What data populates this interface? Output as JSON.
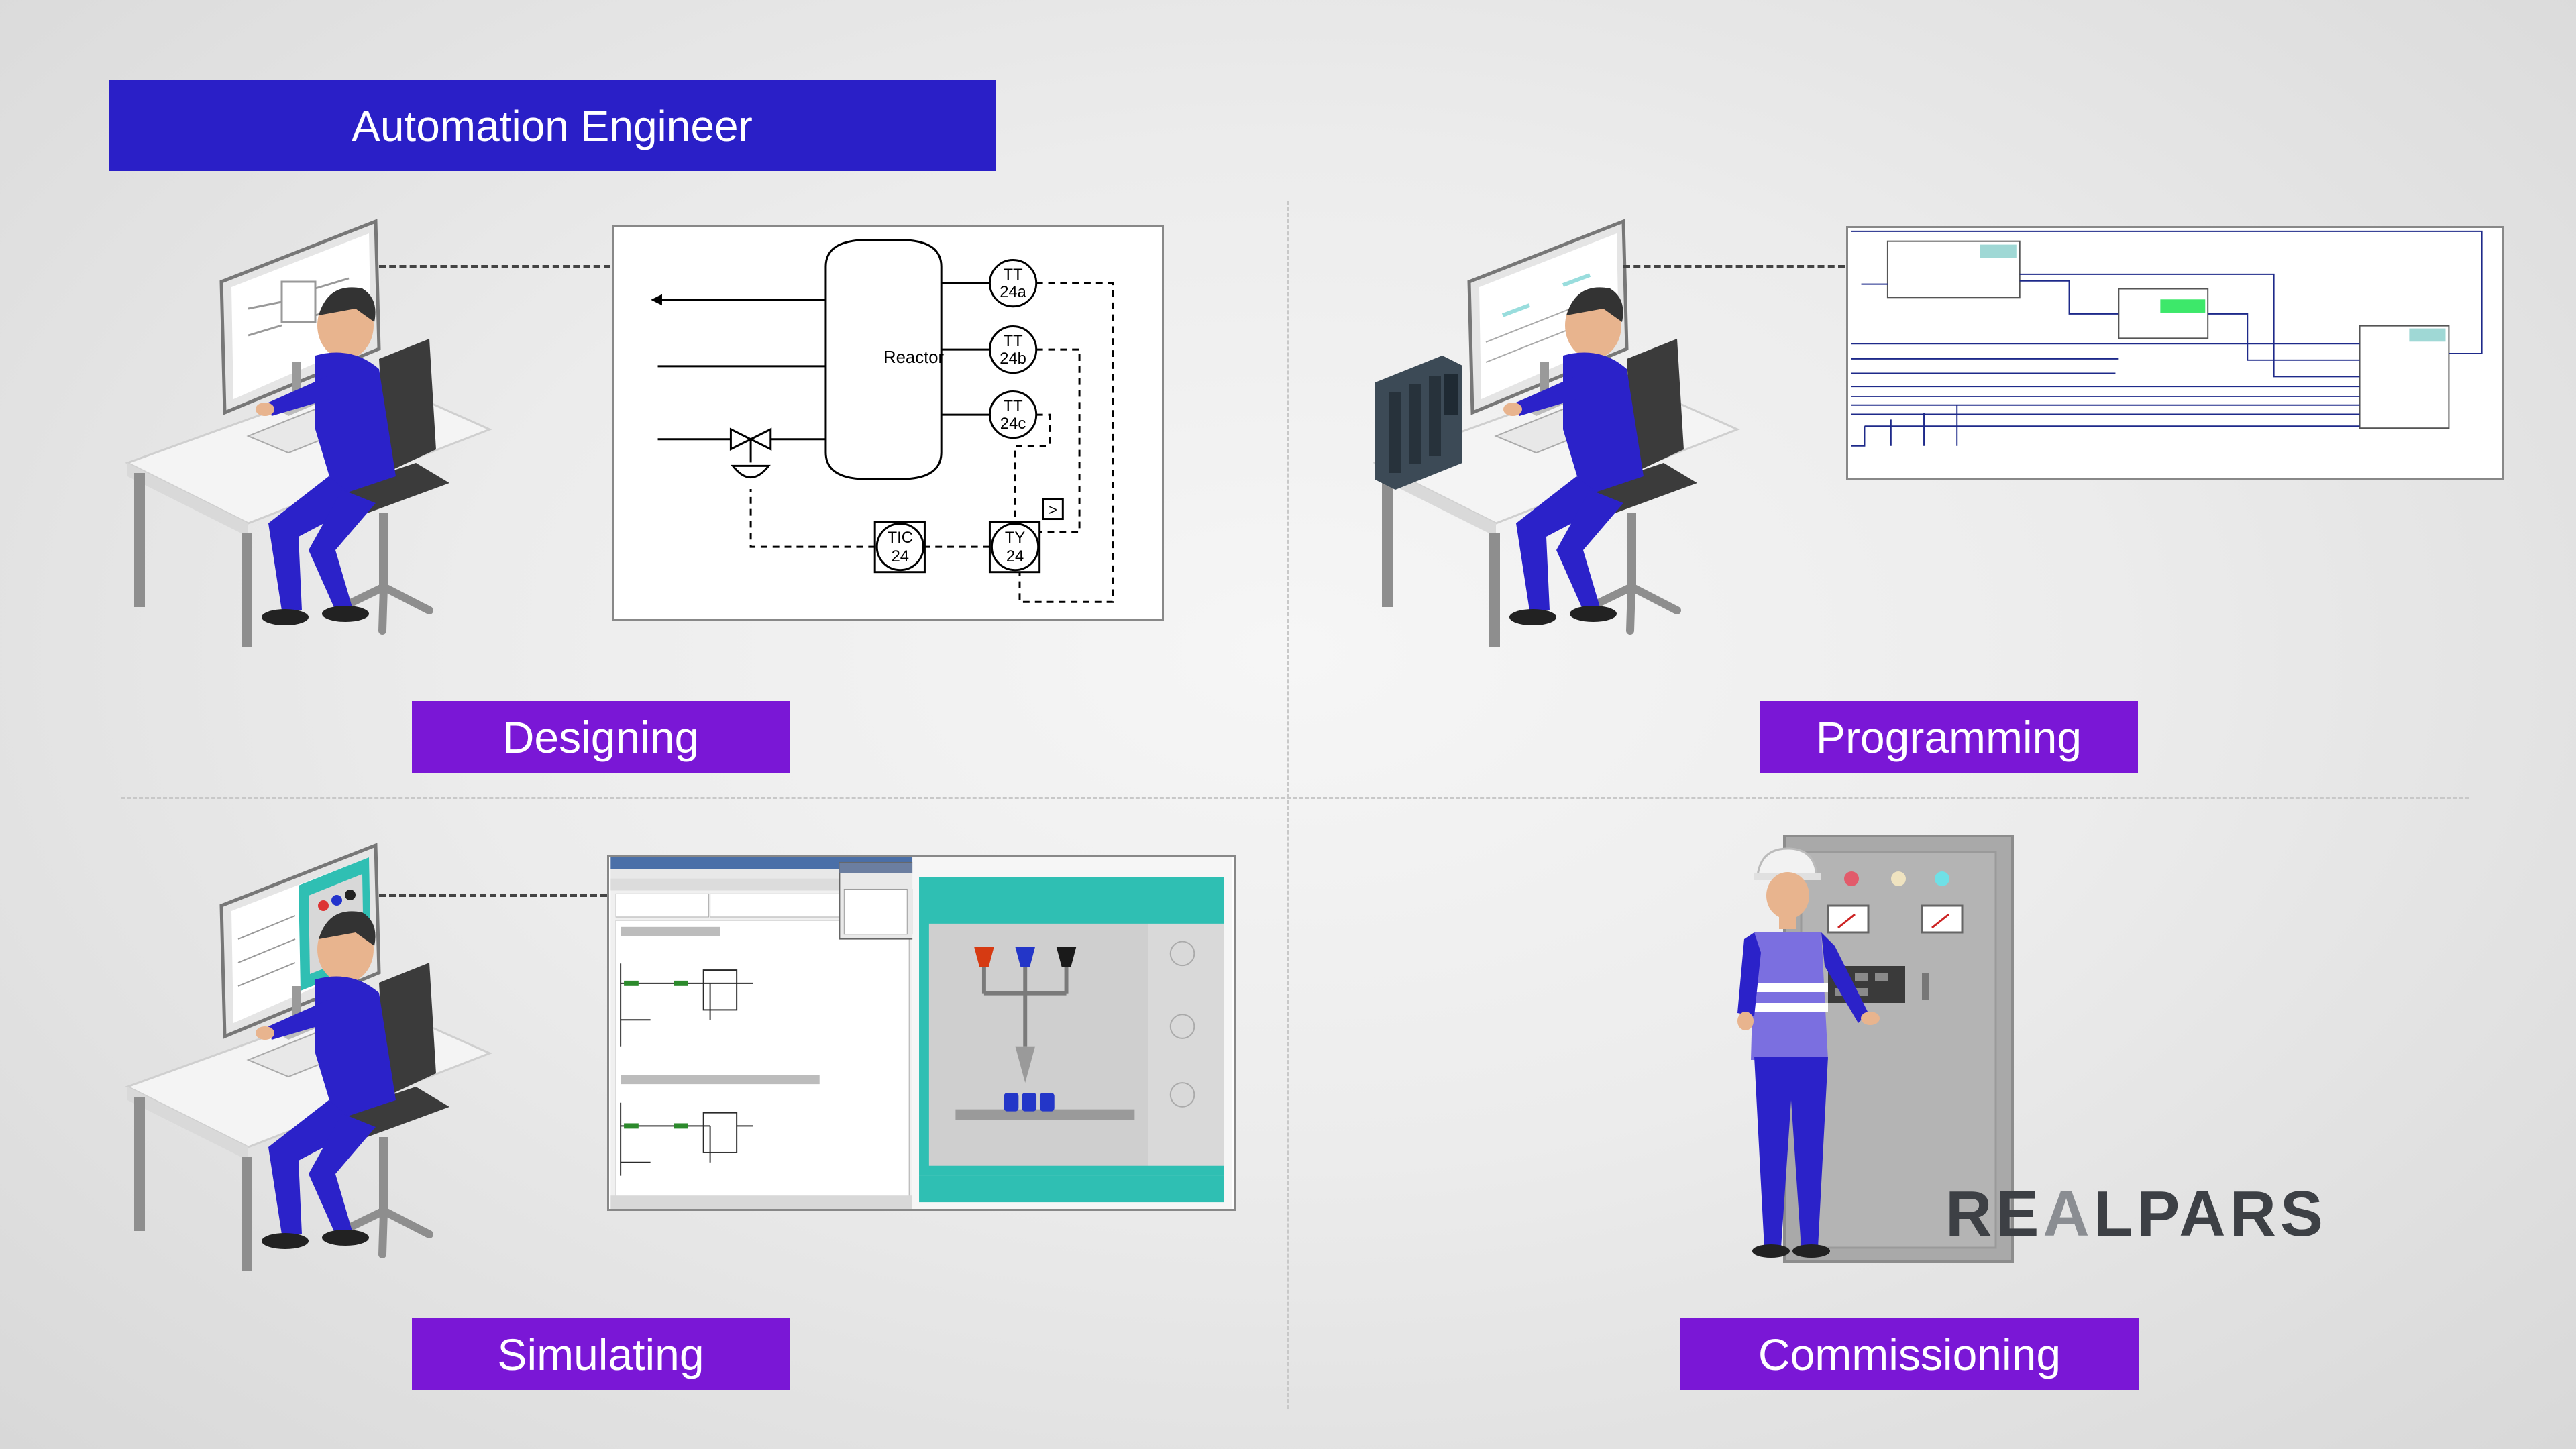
{
  "header": {
    "title": "Automation Engineer"
  },
  "quadrants": {
    "designing": {
      "label": "Designing"
    },
    "programming": {
      "label": "Programming"
    },
    "simulating": {
      "label": "Simulating"
    },
    "commissioning": {
      "label": "Commissioning"
    }
  },
  "pid_diagram": {
    "vessel": "Reactor",
    "instruments": [
      {
        "tag": "TT",
        "num": "24a"
      },
      {
        "tag": "TT",
        "num": "24b"
      },
      {
        "tag": "TT",
        "num": "24c"
      },
      {
        "tag": "TIC",
        "num": "24"
      },
      {
        "tag": "TY",
        "num": "24"
      }
    ],
    "selector": ">"
  },
  "logo": {
    "text_a": "RE",
    "text_b": "A",
    "text_c": "LPARS"
  },
  "colors": {
    "title_bg": "#2a1fc7",
    "label_bg": "#7a17d6",
    "suit": "#2b22c9",
    "screen_teal": "#2fbfb3"
  }
}
